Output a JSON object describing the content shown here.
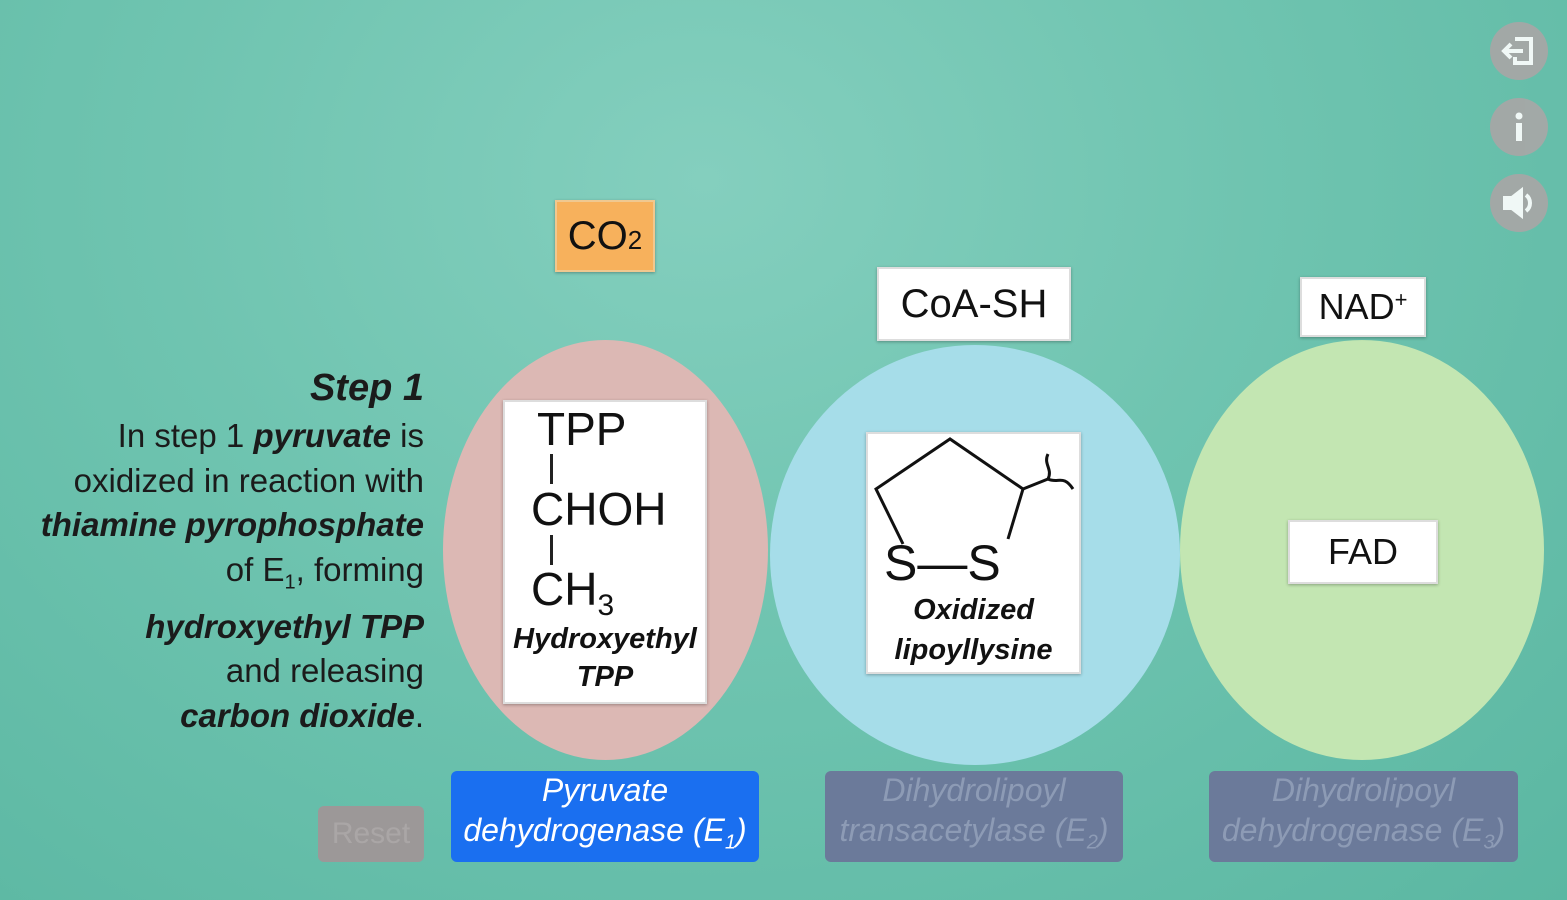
{
  "toolbar": {
    "exit_icon": "exit-icon",
    "info_icon": "info-icon",
    "sound_icon": "speaker-icon"
  },
  "molecules": {
    "co2": "CO",
    "co2_sub": "2",
    "coash": "CoA-SH",
    "nad": "NAD",
    "nad_sup": "+",
    "fad": "FAD"
  },
  "tpp": {
    "line1": "TPP",
    "line2": "CHOH",
    "line3": "CH",
    "line3_sub": "3",
    "caption1": "Hydroxyethyl",
    "caption2": "TPP"
  },
  "lipoyl": {
    "s_label": "S—S",
    "caption1": "Oxidized",
    "caption2": "lipoyllysine"
  },
  "step": {
    "title": "Step 1",
    "t1": "In step 1 ",
    "b1": "pyruvate",
    "t2": " is",
    "t3": "oxidized in reaction with",
    "b2": "thiamine pyrophosphate",
    "t4": "of E",
    "t4_sub": "1",
    "t5": ", forming",
    "b3": "hydroxyethyl TPP",
    "t6": "and releasing",
    "b4": "carbon dioxide",
    "t7": "."
  },
  "buttons": {
    "reset": "Reset",
    "e1_l1": "Pyruvate",
    "e1_l2": "dehydrogenase (E",
    "e1_sub": "1",
    "e1_end": ")",
    "e2_l1": "Dihydrolipoyl",
    "e2_l2": "transacetylase (E",
    "e2_sub": "2",
    "e2_end": ")",
    "e3_l1": "Dihydrolipoyl",
    "e3_l2": "dehydrogenase (E",
    "e3_sub": "3",
    "e3_end": ")"
  },
  "colors": {
    "e1_active": "#1a6ff0",
    "inactive": "#6b7a9a",
    "co2": "#f7b15c"
  }
}
